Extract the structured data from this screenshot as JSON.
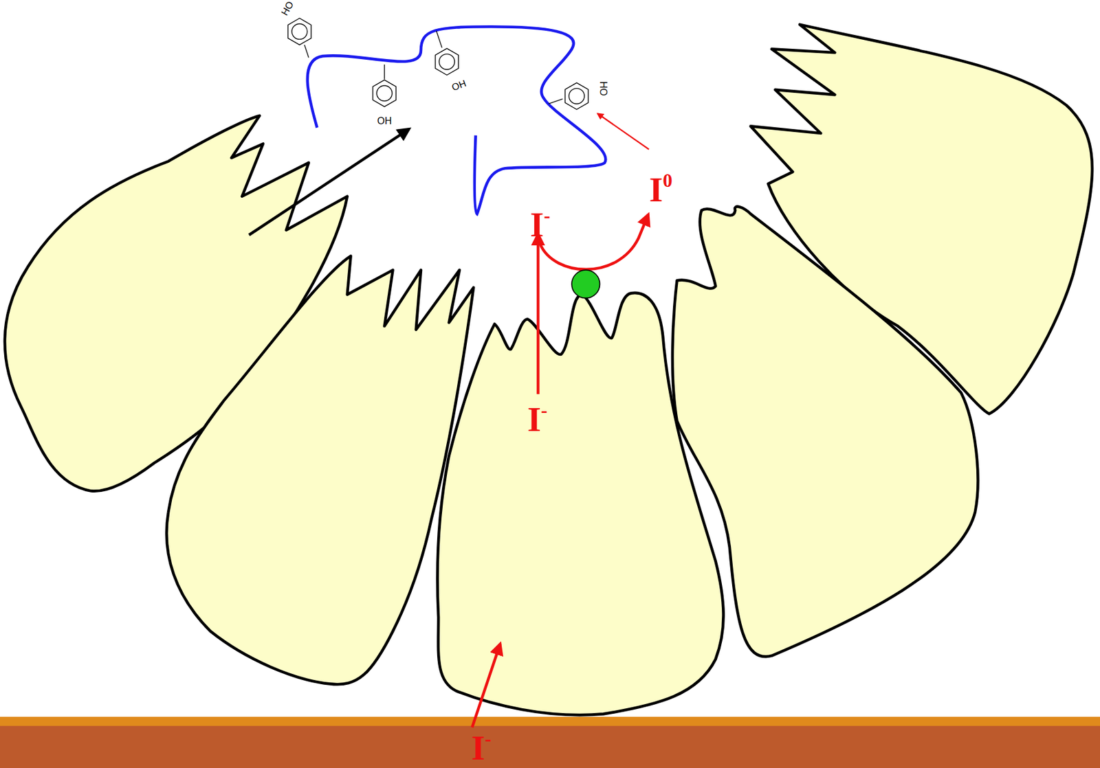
{
  "diagram": {
    "labels": [
      "HO",
      "OH",
      "HO",
      "OH",
      "I0",
      "I-",
      "I-",
      "I-"
    ]
  }
}
